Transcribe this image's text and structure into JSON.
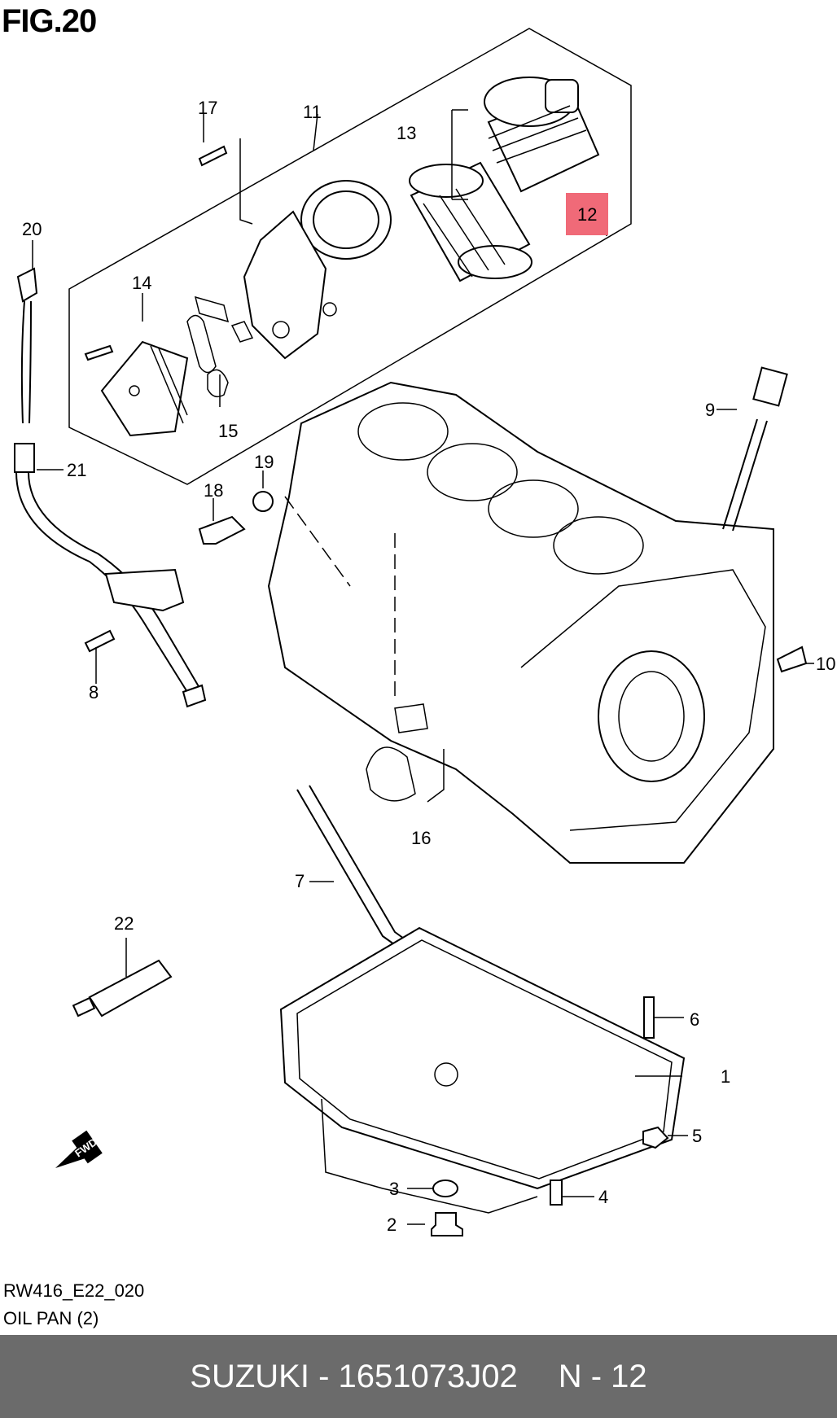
{
  "figure": {
    "title": "FIG.20",
    "code": "RW416_E22_020",
    "subtitle": "OIL PAN (2)"
  },
  "footer": {
    "part_number_text": "SUZUKI - 1651073J02",
    "page_ref": "N - 12"
  },
  "callouts": {
    "c1": "1",
    "c2": "2",
    "c3": "3",
    "c4": "4",
    "c5": "5",
    "c6": "6",
    "c7": "7",
    "c8": "8",
    "c9": "9",
    "c10": "10",
    "c11": "11",
    "c12": "12",
    "c13": "13",
    "c14": "14",
    "c15": "15",
    "c16": "16",
    "c17": "17",
    "c18": "18",
    "c19": "19",
    "c20": "20",
    "c21": "21",
    "c22": "22"
  },
  "fwd_label": "FWD",
  "highlight": {
    "callout": "12",
    "color": "#f06a78"
  }
}
